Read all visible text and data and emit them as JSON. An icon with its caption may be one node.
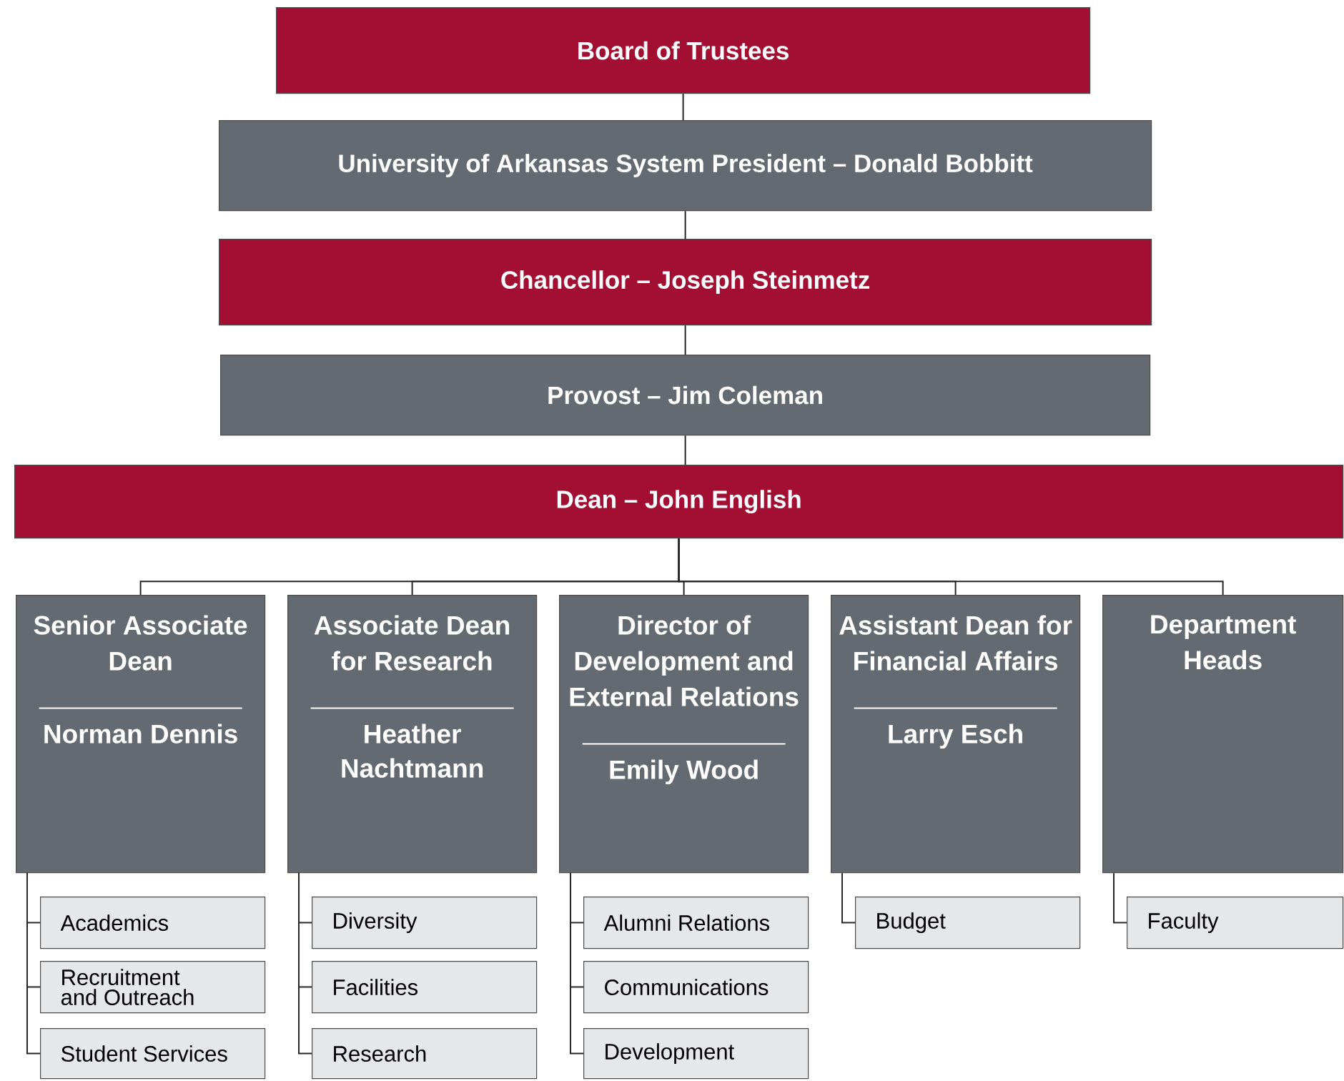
{
  "diagram": {
    "nodes": [
      {
        "text": [
          "Board of Trustees"
        ]
      },
      {
        "text": [
          "University of Arkansas System President – Donald Bobbitt"
        ]
      },
      {
        "text": [
          "Chancellor – Joseph Steinmetz"
        ]
      },
      {
        "text": [
          "Provost – Jim Coleman"
        ]
      },
      {
        "text": [
          "Dean – John English"
        ]
      },
      {
        "text": [
          "Senior Associate Dean",
          "Norman Dennis"
        ]
      },
      {
        "text": [
          "Associate Dean for Research",
          "Heather Nachtmann"
        ]
      },
      {
        "text": [
          "Director of Development and External Relations",
          "Emily Wood"
        ]
      },
      {
        "text": [
          "Assistant Dean for Financial Affairs",
          "Larry Esch"
        ]
      },
      {
        "text": [
          "Department Heads"
        ]
      },
      {
        "text": [
          "Academics"
        ]
      },
      {
        "text": [
          "Recruitment and Outreach"
        ]
      },
      {
        "text": [
          "Student Services"
        ]
      },
      {
        "text": [
          "Diversity"
        ]
      },
      {
        "text": [
          "Facilities"
        ]
      },
      {
        "text": [
          "Research"
        ]
      },
      {
        "text": [
          "Alumni Relations"
        ]
      },
      {
        "text": [
          "Communications"
        ]
      },
      {
        "text": [
          "Development"
        ]
      },
      {
        "text": [
          "Budget"
        ]
      },
      {
        "text": [
          "Faculty"
        ]
      }
    ],
    "edges": [
      {
        "from": 0,
        "to": 1,
        "arrow": "none"
      },
      {
        "from": 1,
        "to": 2,
        "arrow": "none"
      },
      {
        "from": 2,
        "to": 3,
        "arrow": "none"
      },
      {
        "from": 3,
        "to": 4,
        "arrow": "none"
      },
      {
        "from": 4,
        "to": 5,
        "arrow": "none"
      },
      {
        "from": 4,
        "to": 6,
        "arrow": "none"
      },
      {
        "from": 4,
        "to": 7,
        "arrow": "none"
      },
      {
        "from": 4,
        "to": 8,
        "arrow": "none"
      },
      {
        "from": 4,
        "to": 9,
        "arrow": "none"
      },
      {
        "from": 5,
        "to": 10,
        "arrow": "none"
      },
      {
        "from": 5,
        "to": 11,
        "arrow": "none"
      },
      {
        "from": 5,
        "to": 12,
        "arrow": "none"
      },
      {
        "from": 6,
        "to": 13,
        "arrow": "none"
      },
      {
        "from": 6,
        "to": 14,
        "arrow": "none"
      },
      {
        "from": 6,
        "to": 15,
        "arrow": "none"
      },
      {
        "from": 7,
        "to": 16,
        "arrow": "none"
      },
      {
        "from": 7,
        "to": 17,
        "arrow": "none"
      },
      {
        "from": 7,
        "to": 18,
        "arrow": "none"
      },
      {
        "from": 8,
        "to": 19,
        "arrow": "none"
      },
      {
        "from": 9,
        "to": 20,
        "arrow": "none"
      }
    ]
  }
}
